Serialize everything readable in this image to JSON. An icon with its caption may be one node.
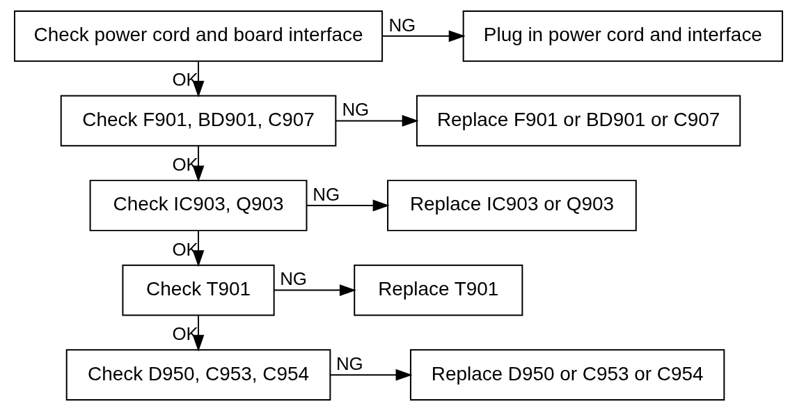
{
  "diagram": {
    "nodes": [
      {
        "text": [
          "Check power cord and board interface"
        ]
      },
      {
        "text": [
          "Plug in power cord and interface"
        ]
      },
      {
        "text": [
          "Check F901, BD901, C907"
        ]
      },
      {
        "text": [
          "Replace F901 or BD901 or C907"
        ]
      },
      {
        "text": [
          "Check IC903, Q903"
        ]
      },
      {
        "text": [
          "Replace IC903 or Q903"
        ]
      },
      {
        "text": [
          "Check T901"
        ]
      },
      {
        "text": [
          "Replace T901"
        ]
      },
      {
        "text": [
          "Check D950, C953, C954"
        ]
      },
      {
        "text": [
          "Replace D950 or C953 or C954"
        ]
      }
    ],
    "edges": [
      {
        "from": 0,
        "to": 1,
        "arrow": "to",
        "label": "NG"
      },
      {
        "from": 0,
        "to": 2,
        "arrow": "to",
        "label": "OK"
      },
      {
        "from": 2,
        "to": 3,
        "arrow": "to",
        "label": "NG"
      },
      {
        "from": 2,
        "to": 4,
        "arrow": "to",
        "label": "OK"
      },
      {
        "from": 4,
        "to": 5,
        "arrow": "to",
        "label": "NG"
      },
      {
        "from": 4,
        "to": 6,
        "arrow": "to",
        "label": "OK"
      },
      {
        "from": 6,
        "to": 7,
        "arrow": "to",
        "label": "NG"
      },
      {
        "from": 6,
        "to": 8,
        "arrow": "to",
        "label": "OK"
      },
      {
        "from": 8,
        "to": 9,
        "arrow": "to",
        "label": "NG"
      }
    ]
  }
}
